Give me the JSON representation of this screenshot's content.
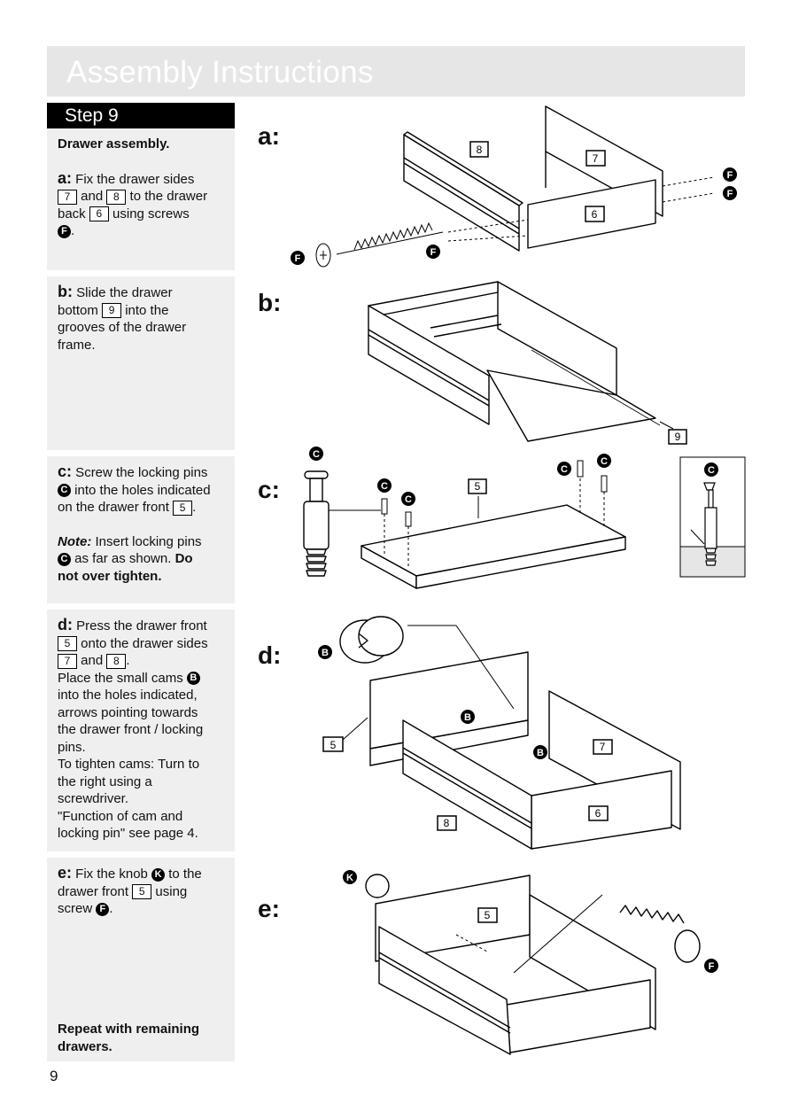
{
  "header": {
    "title": "Assembly Instructions"
  },
  "step": {
    "label": "Step 9"
  },
  "page_number": "9",
  "a": {
    "heading": "Drawer assembly.",
    "letter": "a:",
    "t1": " Fix the drawer sides",
    "p1": "7",
    "and": "and",
    "p2": "8",
    "t2": "to the drawer",
    "back": "back",
    "p3": "6",
    "t3": "using screws",
    "screw": "F",
    "end": "."
  },
  "b": {
    "letter": "b:",
    "t1": " Slide the drawer",
    "bottom": "bottom",
    "p1": "9",
    "t2": "into the",
    "t3": "grooves of the drawer",
    "t4": "frame."
  },
  "c": {
    "letter": "c:",
    "t1": " Screw the locking pins",
    "pin": "C",
    "t2": "into the holes indicated",
    "t3": "on the drawer front",
    "p1": "5",
    "dot": ".",
    "note": "Note:",
    "t4": " Insert locking pins",
    "t5": "as far as shown.",
    "do": "Do",
    "t6": "not over tighten."
  },
  "d": {
    "letter": "d:",
    "t1": " Press the drawer front",
    "p1": "5",
    "t2": "onto the drawer sides",
    "p2": "7",
    "and": "and",
    "p3": "8",
    "dot": ".",
    "t3": "Place the small cams",
    "cam": "B",
    "t4": "into the holes indicated,",
    "t5": "arrows pointing towards",
    "t6": "the drawer front / locking",
    "t7": "pins.",
    "t8": "To tighten cams: Turn to",
    "t9": "the right using a",
    "t10": "screwdriver.",
    "t11": "\"Function of cam and",
    "t12": "locking pin\" see page 4."
  },
  "e": {
    "letter": "e:",
    "t1": " Fix the knob",
    "knob": "K",
    "t2": "to the",
    "t3": "drawer front",
    "p1": "5",
    "t4": "using",
    "t5": "screw",
    "screw": "F",
    "dot": ".",
    "repeat1": "Repeat with remaining",
    "repeat2": "drawers."
  },
  "diagram": {
    "a": {
      "letter": "a:",
      "p8": "8",
      "p7": "7",
      "p6": "6",
      "screw": "F"
    },
    "b": {
      "letter": "b:",
      "p9": "9"
    },
    "c": {
      "letter": "c:",
      "pin": "C",
      "p5": "5"
    },
    "d": {
      "letter": "d:",
      "cam": "B",
      "p5": "5",
      "p7": "7",
      "p6": "6",
      "p8": "8"
    },
    "e": {
      "letter": "e:",
      "knob": "K",
      "screw": "F",
      "p5": "5"
    }
  }
}
